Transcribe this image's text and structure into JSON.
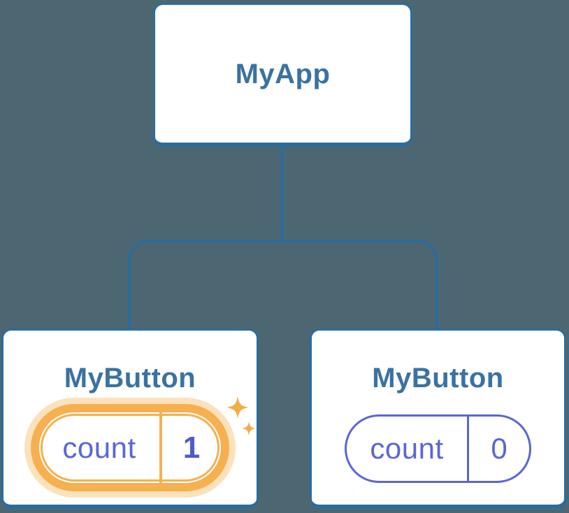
{
  "tree": {
    "root": {
      "label": "MyApp"
    },
    "children": [
      {
        "label": "MyButton",
        "highlighted": true,
        "state": {
          "key": "count",
          "value": "1"
        }
      },
      {
        "label": "MyButton",
        "highlighted": false,
        "state": {
          "key": "count",
          "value": "0"
        }
      }
    ]
  },
  "colors": {
    "background": "#4D6772",
    "node-border": "#2B6C9E",
    "node-fill": "#FFFFFF",
    "title-text": "#3A72A2",
    "state-purple": "#5B65D6",
    "state-value-purple": "#4F59D0",
    "highlight-orange": "#F6B04F",
    "highlight-glow": "#FBE2BC",
    "sparkle-orange": "#F6AC45"
  }
}
